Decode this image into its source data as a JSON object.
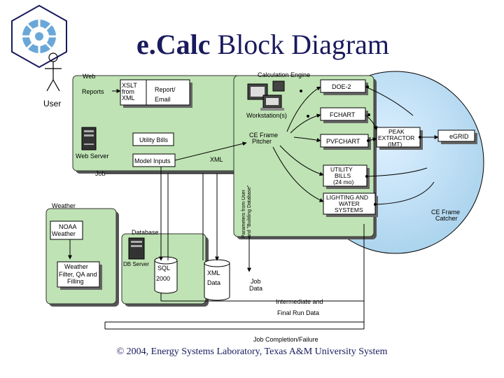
{
  "title": {
    "bold": "e.Calc",
    "rest": " Block Diagram"
  },
  "footer": "© 2004, Energy Systems Laboratory, Texas A&M University System",
  "labels": {
    "user": "User",
    "web": "Web",
    "reports": "Reports",
    "xslt": [
      "XSLT",
      "from",
      "XML"
    ],
    "report_email": [
      "Report/",
      "Email"
    ],
    "calc_engine": "Calculation Engine",
    "doe2": "DOE-2",
    "workstations": "Workstation(s)",
    "fchart": "FCHART",
    "ce_frame_pitcher": [
      "CE Frame",
      "Pitcher"
    ],
    "pvfchart": "PVFCHART",
    "peak_extractor": [
      "PEAK",
      "EXTRACTOR",
      "(IMT)"
    ],
    "egrid": "eGRID",
    "utility_bills_form": "Utility Bills",
    "web_server": "Web Server",
    "model_inputs": "Model Inputs",
    "xml": "XML",
    "job": "Job",
    "utility_bills_engine": [
      "UTILITY",
      "BILLS",
      "(24 mo)"
    ],
    "parameters_rotated": [
      "Parameters from User",
      "and \"Building Database\""
    ],
    "lighting_water": [
      "LIGHTING AND",
      "WATER",
      "SYSTEMS"
    ],
    "ce_frame_catcher": [
      "CE Frame",
      "Catcher"
    ],
    "weather": "Weather",
    "noaa_weather": [
      "NOAA",
      "Weather"
    ],
    "database": "Database",
    "db_server": "DB  Server",
    "sql2000": [
      "SQL",
      "2000"
    ],
    "xml_data": [
      "XML",
      "Data"
    ],
    "job_data": [
      "Job",
      "Data"
    ],
    "weather_filter": [
      "Weather",
      "Filter, QA and",
      "Filling"
    ],
    "intermediate": [
      "Intermediate and",
      "Final Run Data"
    ],
    "job_completion": "Job Completion/Failure"
  }
}
